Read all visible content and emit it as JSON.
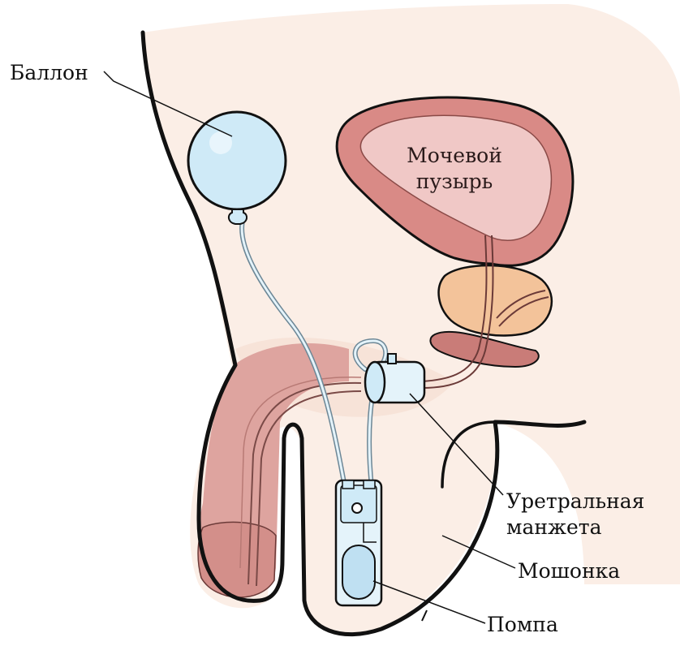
{
  "labels": {
    "balloon": "Баллон",
    "bladder_line1": "Мочевой",
    "bladder_line2": "пузырь",
    "cuff_line1": "Уретральная",
    "cuff_line2": "манжета",
    "scrotum": "Мошонка",
    "pump": "Помпа"
  },
  "colors": {
    "skin": "#fbeee6",
    "skin_shade": "#f4dccf",
    "outline": "#111111",
    "bladder_wall": "#d98a86",
    "bladder_inner": "#f0c8c6",
    "prostate": "#f3c39a",
    "urethra": "#c97c78",
    "penis": "#dea49f",
    "device_blue": "#cfeaf7",
    "device_fill": "#e4f3fa"
  }
}
